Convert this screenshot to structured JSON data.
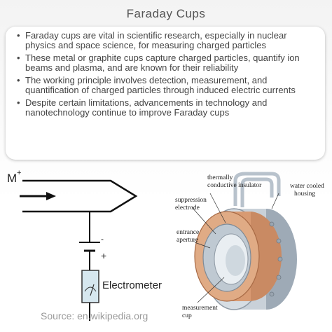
{
  "title": "Faraday Cups",
  "bullets": [
    "Faraday cups are vital in scientific research, especially in nuclear physics and space science, for measuring charged particles",
    "These metal or graphite cups capture charged particles, quantify ion beams and plasma, and are known for their reliability",
    "The working principle involves detection, measurement, and quantification of charged particles through induced electric currents",
    "Despite certain limitations, advancements in technology and nanotechnology continue to improve Faraday cups"
  ],
  "circuit": {
    "ion_label": "M",
    "ion_charge": "+",
    "minus": "-",
    "plus": "+",
    "meter_label": "Electrometer",
    "source": "Source: en.wikipedia.org"
  },
  "device": {
    "labels": {
      "thermal_line1": "thermally",
      "thermal_line2": "conductive insulator",
      "water_line1": "water cooled",
      "water_line2": "housing",
      "suppression_line1": "suppression",
      "suppression_line2": "electrode",
      "entrance_line1": "entrance",
      "entrance_line2": "aperture",
      "measurement_line1": "measurement",
      "measurement_line2": "cup"
    }
  }
}
